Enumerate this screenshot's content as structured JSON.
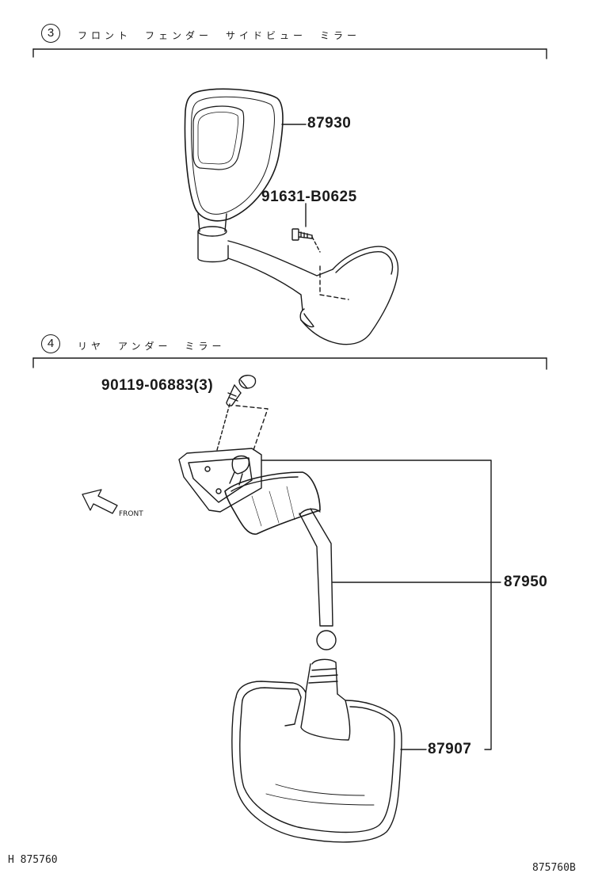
{
  "sections": [
    {
      "number": "3",
      "title": "フロント　フェンダー　サイドビュー　ミラー",
      "parts": [
        "87930",
        "91631-B0625"
      ]
    },
    {
      "number": "4",
      "title": "リヤ　アンダー　ミラー",
      "parts": [
        "90119-06883(3)",
        "87950",
        "87907"
      ]
    }
  ],
  "front_label": "FRONT",
  "footer": {
    "left": "H 875760",
    "right": "875760B"
  }
}
